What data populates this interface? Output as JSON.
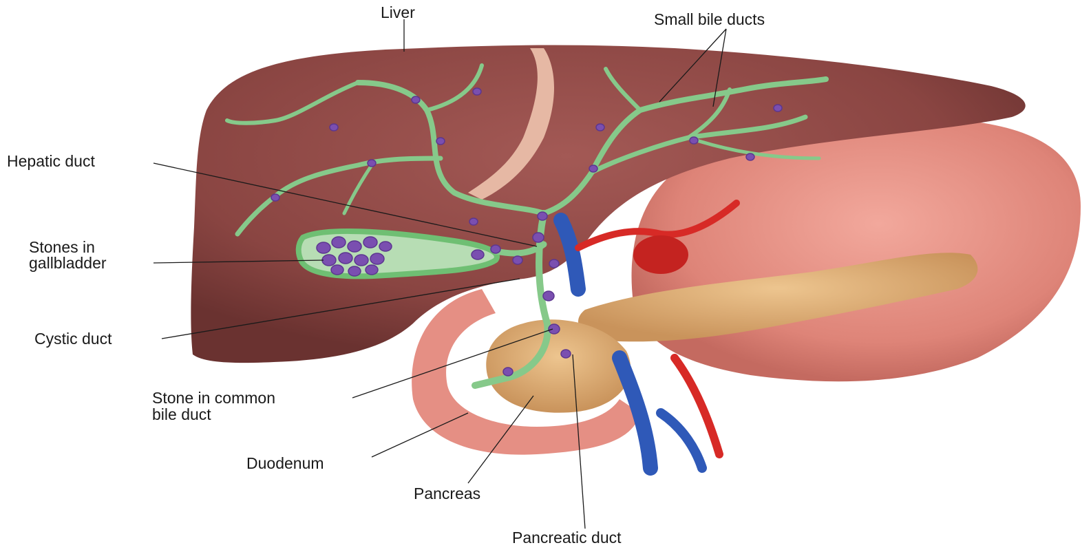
{
  "labels": {
    "liver": "Liver",
    "small_bile_ducts": "Small bile ducts",
    "hepatic_duct": "Hepatic duct",
    "stones_gallbladder_1": "Stones in",
    "stones_gallbladder_2": "gallbladder",
    "cystic_duct": "Cystic duct",
    "stone_common_1": "Stone in common",
    "stone_common_2": "bile duct",
    "duodenum": "Duodenum",
    "pancreas": "Pancreas",
    "pancreatic_duct": "Pancreatic duct"
  },
  "colors": {
    "liver": "#8f4a47",
    "liver_dark": "#6e3634",
    "stomach": "#e08a80",
    "duct_green": "#86c98a",
    "stone_purple": "#7a4fb0",
    "pancreas": "#d9a86f",
    "vein_blue": "#2f59b8",
    "artery_red": "#d72a26"
  }
}
